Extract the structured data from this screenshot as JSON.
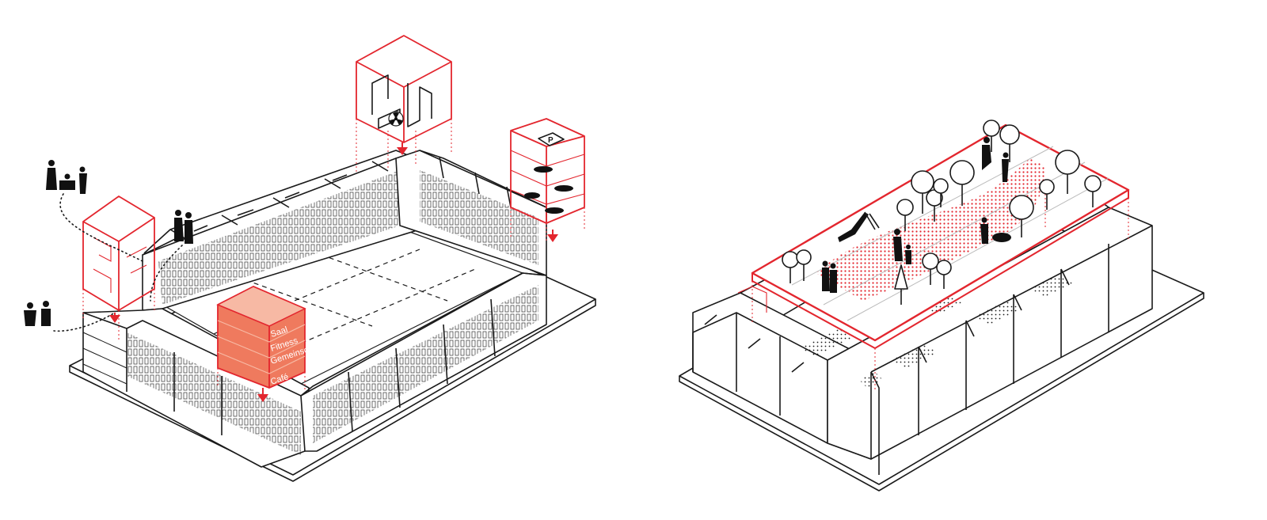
{
  "diagram": {
    "left": {
      "function_stack_labels": [
        "Saal",
        "Fitness",
        "Gemeinschaft",
        "",
        "Café"
      ],
      "parking_sign": "P"
    },
    "colors": {
      "accent_red": "#e3262e",
      "stack_fill_light": "#f7b9a4",
      "stack_fill_mid": "#f39a80",
      "stack_fill_dark": "#ef7a5e",
      "ink": "#1a1a1a"
    },
    "icons": [
      "radiation-icon",
      "parking-icon",
      "car-icon",
      "tree-icon",
      "person-icon",
      "slide-icon"
    ]
  }
}
